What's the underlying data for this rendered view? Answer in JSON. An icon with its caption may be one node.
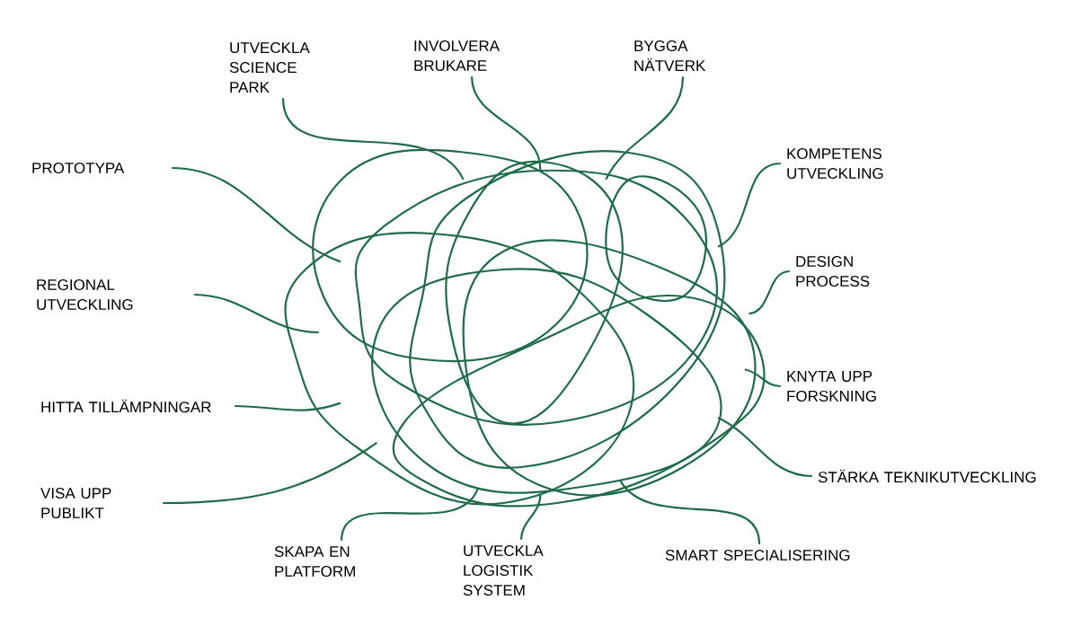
{
  "diagram": {
    "nodes": [
      {
        "text": [
          "UTVECKLA SCIENCE PARK"
        ]
      },
      {
        "text": [
          "INVOLVERA BRUKARE"
        ]
      },
      {
        "text": [
          "BYGGA NÄTVERK"
        ]
      },
      {
        "text": [
          "PROTOTYPA"
        ]
      },
      {
        "text": [
          "KOMPETENS UTVECKLING"
        ]
      },
      {
        "text": [
          "REGIONAL UTVECKLING"
        ]
      },
      {
        "text": [
          "DESIGN PROCESS"
        ]
      },
      {
        "text": [
          "HITTA TILLÄMPNINGAR"
        ]
      },
      {
        "text": [
          "KNYTA UPP FORSKNING"
        ]
      },
      {
        "text": [
          "VISA UPP PUBLIKT"
        ]
      },
      {
        "text": [
          "STÄRKA TEKNIKUTVECKLING"
        ]
      },
      {
        "text": [
          "SKAPA EN PLATFORM"
        ]
      },
      {
        "text": [
          "UTVECKLA LOGISTIK SYSTEM"
        ]
      },
      {
        "text": [
          "SMART SPECIALISERING"
        ]
      },
      {
        "text": [],
        "shape": "scribble"
      }
    ],
    "edges": [
      {
        "from": 0,
        "to": 14,
        "arrow": "none"
      },
      {
        "from": 1,
        "to": 14,
        "arrow": "none"
      },
      {
        "from": 2,
        "to": 14,
        "arrow": "none"
      },
      {
        "from": 3,
        "to": 14,
        "arrow": "none"
      },
      {
        "from": 4,
        "to": 14,
        "arrow": "none"
      },
      {
        "from": 5,
        "to": 14,
        "arrow": "none"
      },
      {
        "from": 6,
        "to": 14,
        "arrow": "none"
      },
      {
        "from": 7,
        "to": 14,
        "arrow": "none"
      },
      {
        "from": 8,
        "to": 14,
        "arrow": "none"
      },
      {
        "from": 9,
        "to": 14,
        "arrow": "none"
      },
      {
        "from": 10,
        "to": 14,
        "arrow": "none"
      },
      {
        "from": 11,
        "to": 14,
        "arrow": "none"
      },
      {
        "from": 12,
        "to": 14,
        "arrow": "none"
      },
      {
        "from": 13,
        "to": 14,
        "arrow": "none"
      }
    ]
  }
}
